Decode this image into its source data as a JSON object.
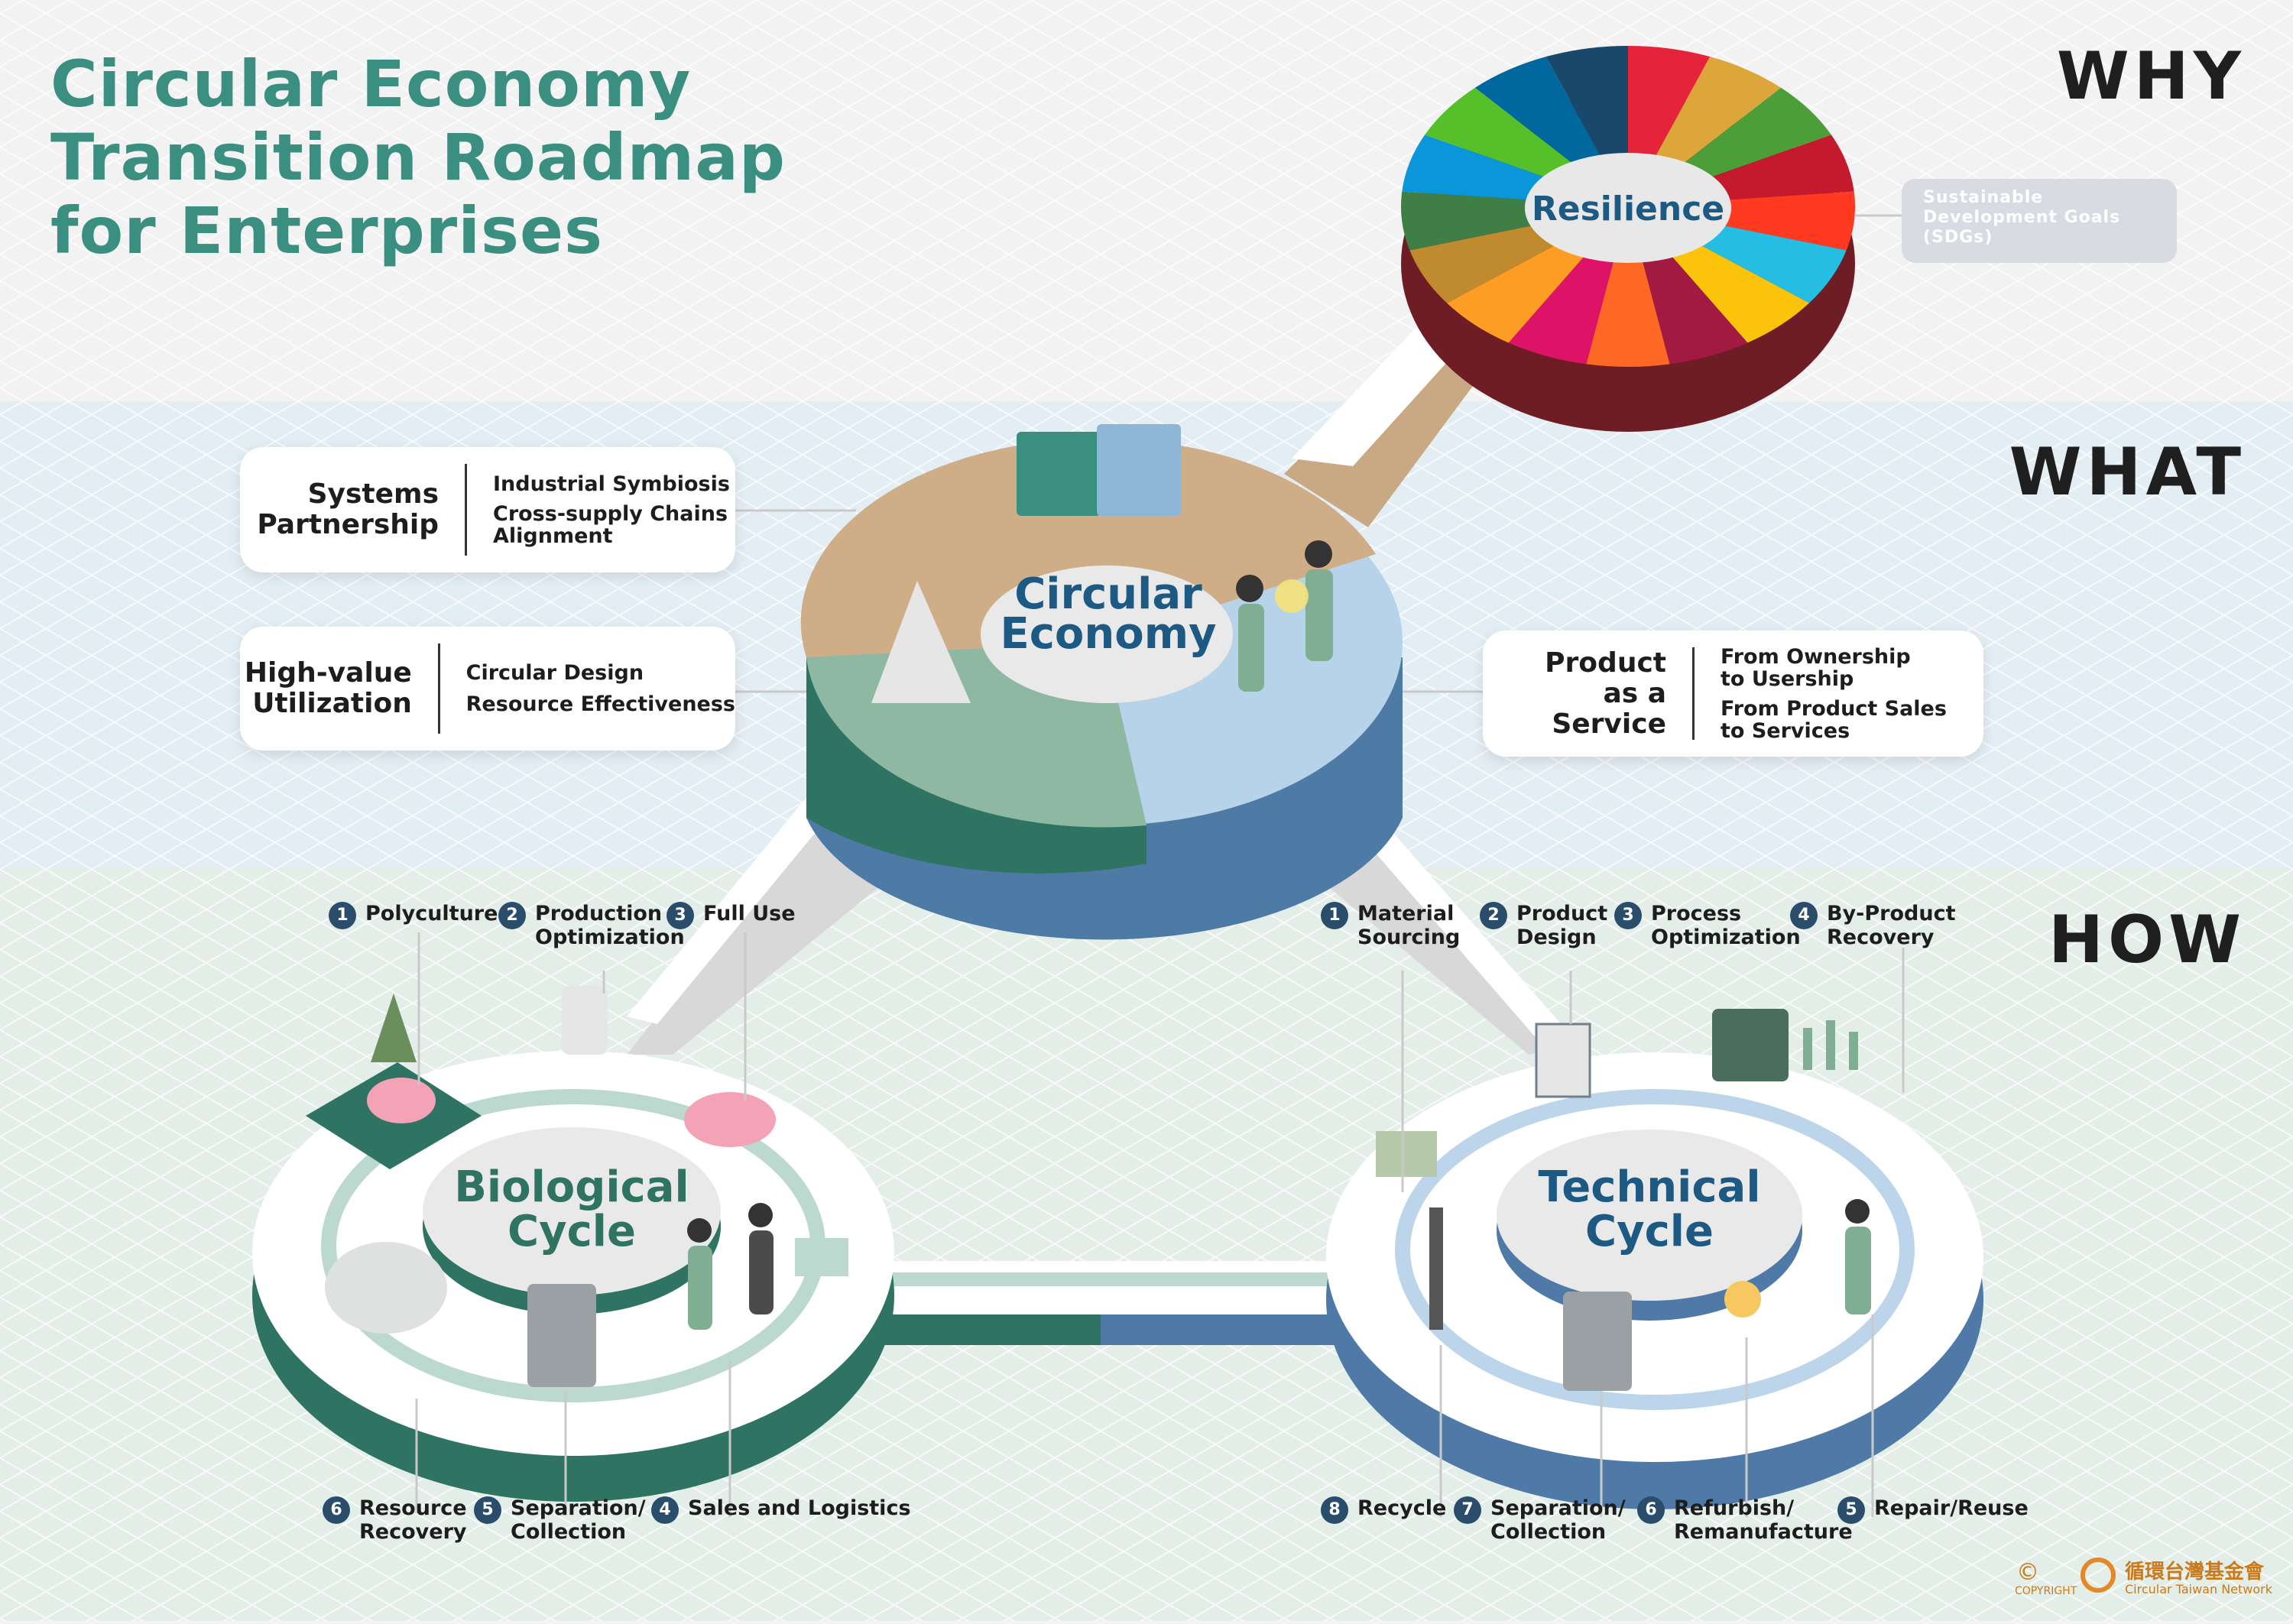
{
  "title": [
    "Circular Economy",
    "Transition Roadmap",
    "for Enterprises"
  ],
  "levels": {
    "why": "WHY",
    "what": "WHAT",
    "how": "HOW"
  },
  "resilience": {
    "label": "Resilience",
    "sdg_note": [
      "Sustainable",
      "Development Goals",
      "(SDGs)"
    ]
  },
  "circular_economy": {
    "label": [
      "Circular",
      "Economy"
    ]
  },
  "cards": {
    "systems": {
      "lead": [
        "Systems",
        "Partnership"
      ],
      "items": [
        "Industrial Symbiosis",
        "Cross-supply Chains",
        "Alignment"
      ]
    },
    "high_value": {
      "lead": [
        "High-value",
        "Utilization"
      ],
      "items": [
        "Circular Design",
        "Resource Effectiveness"
      ]
    },
    "product_service": {
      "lead": [
        "Product",
        "as a Service"
      ],
      "items": [
        "From Ownership",
        "to Usership",
        "From Product Sales",
        "to Services"
      ]
    }
  },
  "biological": {
    "label": [
      "Biological",
      "Cycle"
    ],
    "top_steps": [
      {
        "num": "1",
        "lines": [
          "Polyculture"
        ]
      },
      {
        "num": "2",
        "lines": [
          "Production",
          "Optimization"
        ]
      },
      {
        "num": "3",
        "lines": [
          "Full Use"
        ]
      }
    ],
    "bottom_steps": [
      {
        "num": "6",
        "lines": [
          "Resource",
          "Recovery"
        ]
      },
      {
        "num": "5",
        "lines": [
          "Separation/",
          "Collection"
        ]
      },
      {
        "num": "4",
        "lines": [
          "Sales and Logistics"
        ]
      }
    ]
  },
  "technical": {
    "label": [
      "Technical",
      "Cycle"
    ],
    "top_steps": [
      {
        "num": "1",
        "lines": [
          "Material",
          "Sourcing"
        ]
      },
      {
        "num": "2",
        "lines": [
          "Product",
          "Design"
        ]
      },
      {
        "num": "3",
        "lines": [
          "Process",
          "Optimization"
        ]
      },
      {
        "num": "4",
        "lines": [
          "By-Product",
          "Recovery"
        ]
      }
    ],
    "bottom_steps": [
      {
        "num": "8",
        "lines": [
          "Recycle"
        ]
      },
      {
        "num": "7",
        "lines": [
          "Separation/",
          "Collection"
        ]
      },
      {
        "num": "6",
        "lines": [
          "Refurbish/",
          "Remanufacture"
        ]
      },
      {
        "num": "5",
        "lines": [
          "Repair/Reuse"
        ]
      }
    ]
  },
  "footer": {
    "copyright": "COPYRIGHT",
    "org_cn": "循環台灣基金會",
    "org_en": "Circular Taiwan Network"
  },
  "colors": {
    "title": "#3b8f80",
    "badge": "#2a4d6b",
    "bio_dark": "#2f7463",
    "bio_light": "#bcd9cf",
    "tech_dark": "#4f7aa8",
    "tech_light": "#bcd5ea",
    "ce_tan": "#cfad86",
    "ce_green": "#8fb8a3",
    "ce_blue": "#b6d3ea"
  },
  "sdg_colors": [
    "#e5243b",
    "#dda63a",
    "#4c9f38",
    "#c5192d",
    "#ff3a21",
    "#26bde2",
    "#fcc30b",
    "#a21942",
    "#fd6925",
    "#dd1367",
    "#fd9d24",
    "#bf8b2e",
    "#3f7e44",
    "#0a97d9",
    "#56c02b",
    "#00689d",
    "#19486a"
  ]
}
